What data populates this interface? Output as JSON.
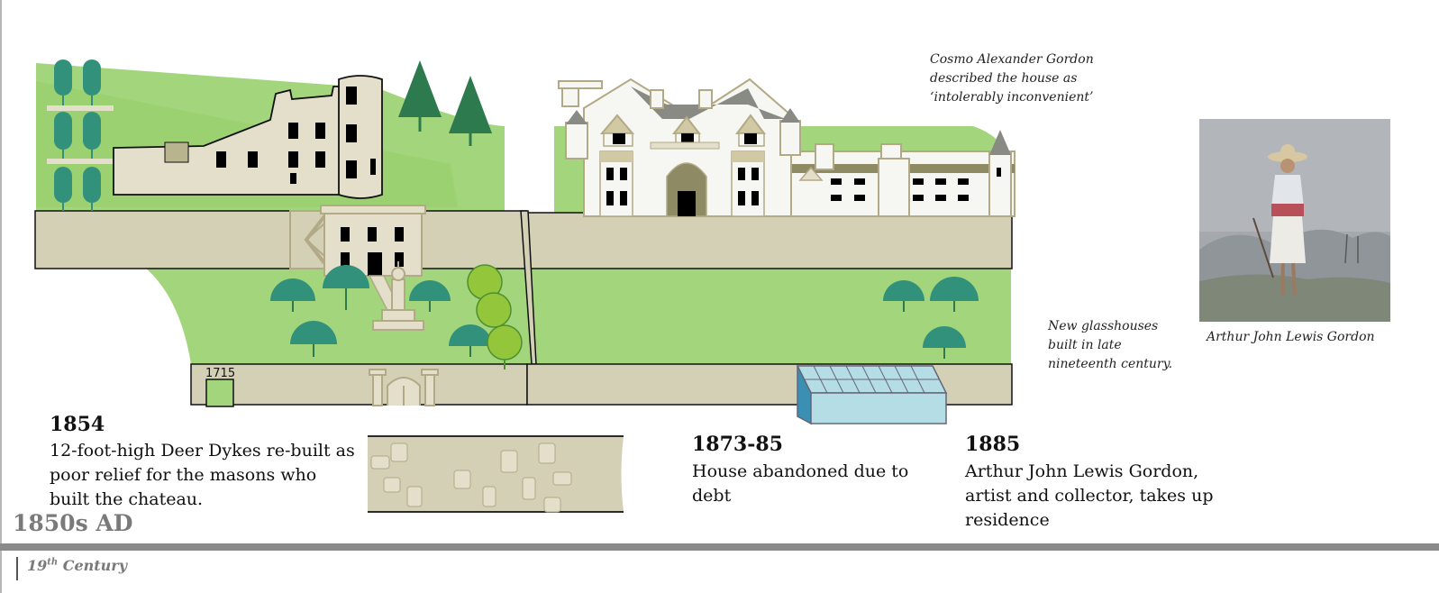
{
  "timeline": {
    "era_label": "1850s AD",
    "century_label_number": "19",
    "century_label_suffix": "th",
    "century_label_word": "Century"
  },
  "events": [
    {
      "year": "1854",
      "description": "12-foot-high Deer Dykes re-built as poor relief for the masons who built the chateau."
    },
    {
      "year": "1873-85",
      "description": "House abandoned due to debt"
    },
    {
      "year": "1885",
      "description": "Arthur John Lewis Gordon, artist and collector, takes up residence"
    }
  ],
  "notes": {
    "quote": "Cosmo Alexander Gordon described the house as ‘intolerably inconvenient’",
    "glasshouses": "New glasshouses built in late nineteenth century.",
    "portrait_caption": "Arthur John Lewis Gordon"
  },
  "plan_labels": {
    "marker_1715": "1715"
  },
  "colors": {
    "lawn": "#a3d57c",
    "wall": "#d3d0b5",
    "stone": "#e3dfca",
    "tree_teal": "#32917a",
    "tree_dark": "#2c7a4e",
    "tree_lime": "#93c63a",
    "glass": "#b5dde6"
  }
}
